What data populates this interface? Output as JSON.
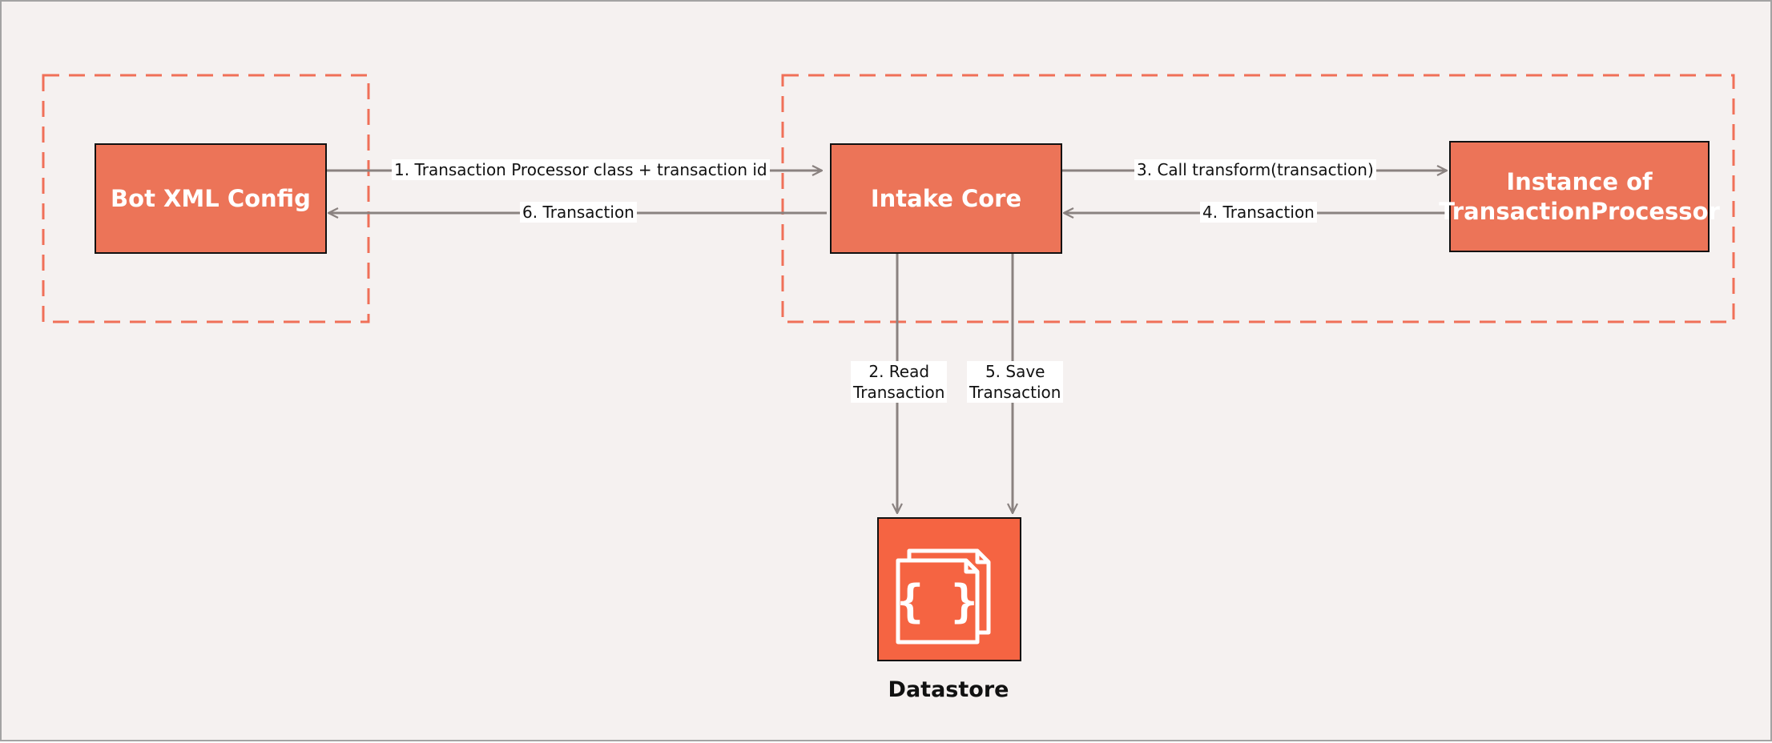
{
  "diagram": {
    "nodes": {
      "bot_config": {
        "label": "Bot XML Config"
      },
      "intake_core": {
        "label": "Intake Core"
      },
      "processor": {
        "line1": "Instance of",
        "line2": "TransactionProcessor"
      },
      "datastore": {
        "label": "Datastore",
        "icon": "json-document-icon"
      }
    },
    "edges": {
      "e1": {
        "label": "1. Transaction Processor class + transaction id"
      },
      "e2": {
        "line1": "2. Read",
        "line2": "Transaction"
      },
      "e3": {
        "label": "3. Call transform(transaction)"
      },
      "e4": {
        "label": "4. Transaction"
      },
      "e5": {
        "line1": "5. Save",
        "line2": "Transaction"
      },
      "e6": {
        "label": "6. Transaction"
      }
    }
  },
  "colors": {
    "background": "#f5f1f0",
    "node_fill": "#ec7458",
    "datastore_fill": "#f56442",
    "group_border": "#f07058",
    "arrow": "#8a8280"
  }
}
